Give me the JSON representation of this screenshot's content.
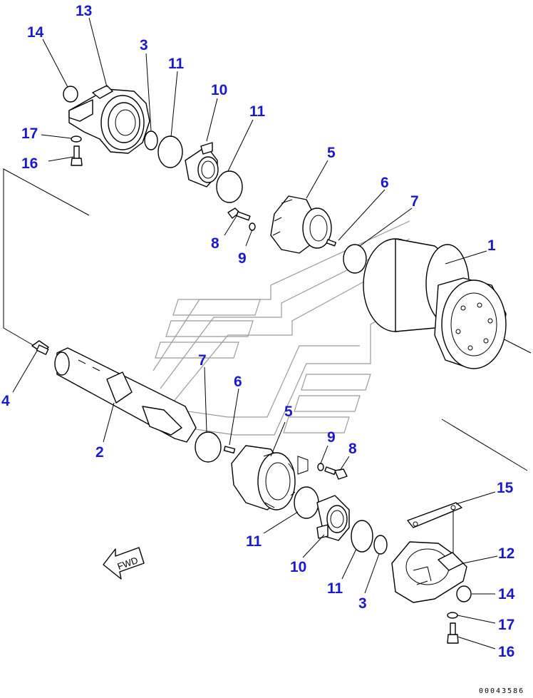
{
  "diagram": {
    "callouts": [
      {
        "id": "c13a",
        "text": "13"
      },
      {
        "id": "c14a",
        "text": "14"
      },
      {
        "id": "c3a",
        "text": "3"
      },
      {
        "id": "c11a",
        "text": "11"
      },
      {
        "id": "c10a",
        "text": "10"
      },
      {
        "id": "c11b",
        "text": "11"
      },
      {
        "id": "c17a",
        "text": "17"
      },
      {
        "id": "c16a",
        "text": "16"
      },
      {
        "id": "c5a",
        "text": "5"
      },
      {
        "id": "c6a",
        "text": "6"
      },
      {
        "id": "c7a",
        "text": "7"
      },
      {
        "id": "c1",
        "text": "1"
      },
      {
        "id": "c8a",
        "text": "8"
      },
      {
        "id": "c9a",
        "text": "9"
      },
      {
        "id": "c4",
        "text": "4"
      },
      {
        "id": "c7b",
        "text": "7"
      },
      {
        "id": "c6b",
        "text": "6"
      },
      {
        "id": "c5b",
        "text": "5"
      },
      {
        "id": "c2",
        "text": "2"
      },
      {
        "id": "c9b",
        "text": "9"
      },
      {
        "id": "c8b",
        "text": "8"
      },
      {
        "id": "c15",
        "text": "15"
      },
      {
        "id": "c11c",
        "text": "11"
      },
      {
        "id": "c12",
        "text": "12"
      },
      {
        "id": "c10b",
        "text": "10"
      },
      {
        "id": "c11d",
        "text": "11"
      },
      {
        "id": "c14b",
        "text": "14"
      },
      {
        "id": "c3b",
        "text": "3"
      },
      {
        "id": "c17b",
        "text": "17"
      },
      {
        "id": "c16b",
        "text": "16"
      }
    ],
    "fwd_label": "FWD",
    "document_number": "00043586"
  }
}
